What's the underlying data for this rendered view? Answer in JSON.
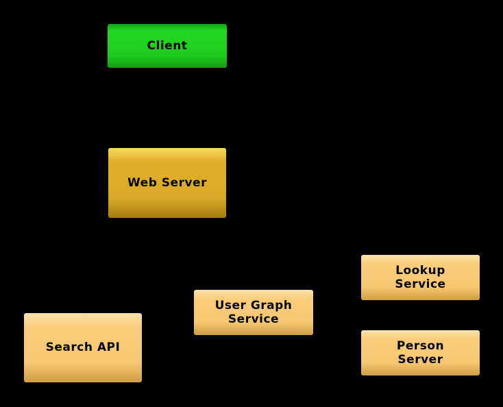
{
  "diagram": {
    "type": "architecture-diagram",
    "background_color": "#000000",
    "label_text_color": "#000000",
    "nodes": {
      "client": {
        "label": "Client",
        "color": "#1ECB1E"
      },
      "web_server": {
        "label": "Web Server",
        "color": "#D9A826"
      },
      "search_api": {
        "label": "Search API",
        "color": "#F5C771"
      },
      "user_graph_service": {
        "label": "User Graph\nService",
        "color": "#F5C771"
      },
      "lookup_service": {
        "label": "Lookup\nService",
        "color": "#F5C771"
      },
      "person_server": {
        "label": "Person\nServer",
        "color": "#F5C771"
      }
    },
    "edges": []
  }
}
